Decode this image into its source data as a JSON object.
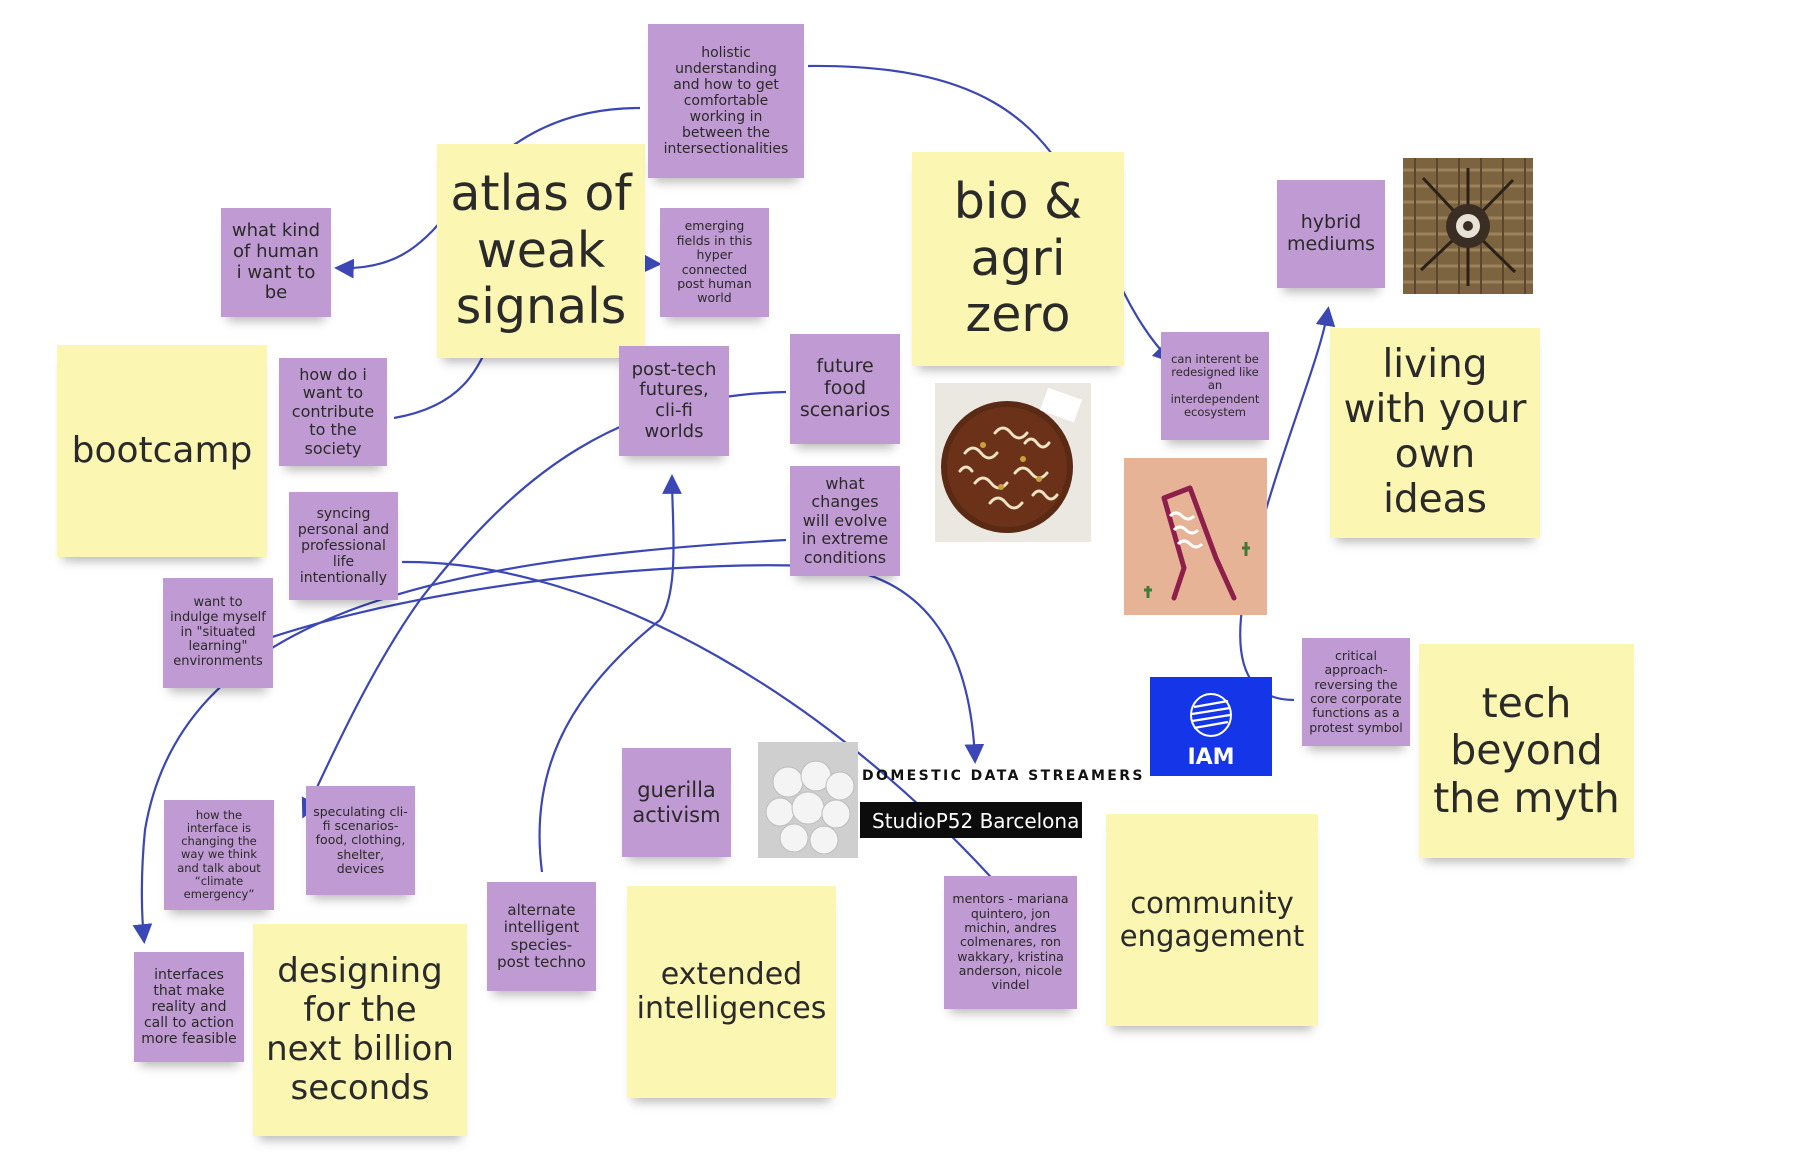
{
  "colors": {
    "sticky_yellow": "#fcf6b3",
    "sticky_purple": "#c09ad2",
    "arrow": "#3b47b5",
    "iam_blue": "#1435e8"
  },
  "notes": {
    "atlas": "atlas of\nweak\nsignals",
    "bio": "bio &\nagri\nzero",
    "living": "living\nwith your\nown\nideas",
    "bootcamp": "bootcamp",
    "tech": "tech\nbeyond\nthe myth",
    "designing": "designing\nfor the\nnext billion\nseconds",
    "extended": "extended\nintelligences",
    "community": "community\nengagement",
    "holistic": "holistic\nunderstanding\nand how to get\ncomfortable\nworking in\nbetween the\nintersectionalities",
    "whatkind": "what kind\nof human\ni want to\nbe",
    "emerging": "emerging\nfields in this\nhyper\nconnected\npost human\nworld",
    "hybrid": "hybrid\nmediums",
    "howdoi": "how do i\nwant to\ncontribute\nto the\nsociety",
    "posttech": "post-tech\nfutures,\ncli-fi\nworlds",
    "futurefood": "future\nfood\nscenarios",
    "caninterent": "can interent be\nredesigned like\nan\ninterdependent\necosystem",
    "whatchanges": "what\nchanges\nwill evolve\nin extreme\nconditions",
    "syncing": "syncing\npersonal and\nprofessional\nlife\nintentionally",
    "wanttoindulge": "want to\nindulge myself\nin \"situated\nlearning\"\nenvironments",
    "critical": "critical\napproach-\nreversing the\ncore corporate\nfunctions as a\nprotest symbol",
    "guerilla": "guerilla\nactivism",
    "howinterface": "how the\ninterface is\nchanging the\nway we think\nand talk about\n“climate\nemergency”",
    "speculating": "speculating cli-\nfi scenarios-\nfood, clothing,\nshelter,\ndevices",
    "alternate": "alternate\nintelligent\nspecies-\npost techno",
    "interfaces": "interfaces\nthat make\nreality and\ncall to action\nmore feasible",
    "mentors": "mentors - mariana\nquintero, jon\nmichin, andres\ncolmenares, ron\nwakkary,  kristina\nanderson, nicole\nvindel"
  },
  "logos": {
    "domestic": "DOMESTIC DATA STREAMERS",
    "studio": "StudioP52 Barcelona",
    "iam": "IAM"
  }
}
